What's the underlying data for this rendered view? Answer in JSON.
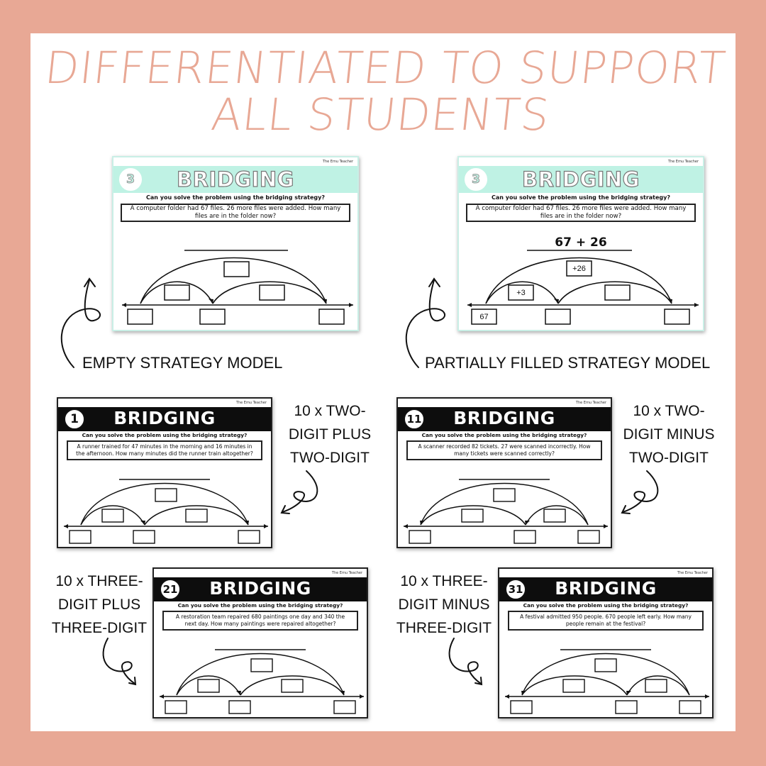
{
  "headline": "DIFFERENTIATED TO SUPPORT ALL STUDENTS",
  "brand": "The Emu Teacher",
  "colors": {
    "border": "#e8a895",
    "headline": "#e8a895",
    "mint": "#bff2e4",
    "dark": "#0d0d0d"
  },
  "question": "Can you solve the problem using the bridging strategy?",
  "cards": [
    {
      "number": "3",
      "title": "BRIDGING",
      "problem": "A computer folder had 67 files. 26 more files were added. How many files are in the folder now?",
      "equation": "",
      "box_start": "",
      "box_small": "",
      "box_big": ""
    },
    {
      "number": "3",
      "title": "BRIDGING",
      "problem": "A computer folder had 67 files. 26 more files were added. How many files are in the folder now?",
      "equation": "67 + 26",
      "box_start": "67",
      "box_small": "+3",
      "box_big": "+26"
    },
    {
      "number": "1",
      "title": "BRIDGING",
      "problem": "A runner trained for 47 minutes in the morning and 16 minutes in the afternoon. How many minutes did the runner train altogether?"
    },
    {
      "number": "11",
      "title": "BRIDGING",
      "problem": "A scanner recorded 82 tickets. 27 were scanned incorrectly. How many tickets were scanned correctly?"
    },
    {
      "number": "21",
      "title": "BRIDGING",
      "problem": "A restoration team repaired 680 paintings one day and 340 the next day. How many paintings were repaired altogether?"
    },
    {
      "number": "31",
      "title": "BRIDGING",
      "problem": "A festival admitted 950 people. 670 people left early. How many people remain at the festival?"
    }
  ],
  "labels": {
    "empty": "EMPTY STRATEGY MODEL",
    "partial": "PARTIALLY FILLED STRATEGY MODEL",
    "two_plus": "10 x TWO-DIGIT PLUS TWO-DIGIT",
    "two_minus": "10 x TWO-DIGIT MINUS TWO-DIGIT",
    "three_plus": "10 x THREE-DIGIT PLUS THREE-DIGIT",
    "three_minus": "10 x THREE-DIGIT MINUS THREE-DIGIT"
  }
}
